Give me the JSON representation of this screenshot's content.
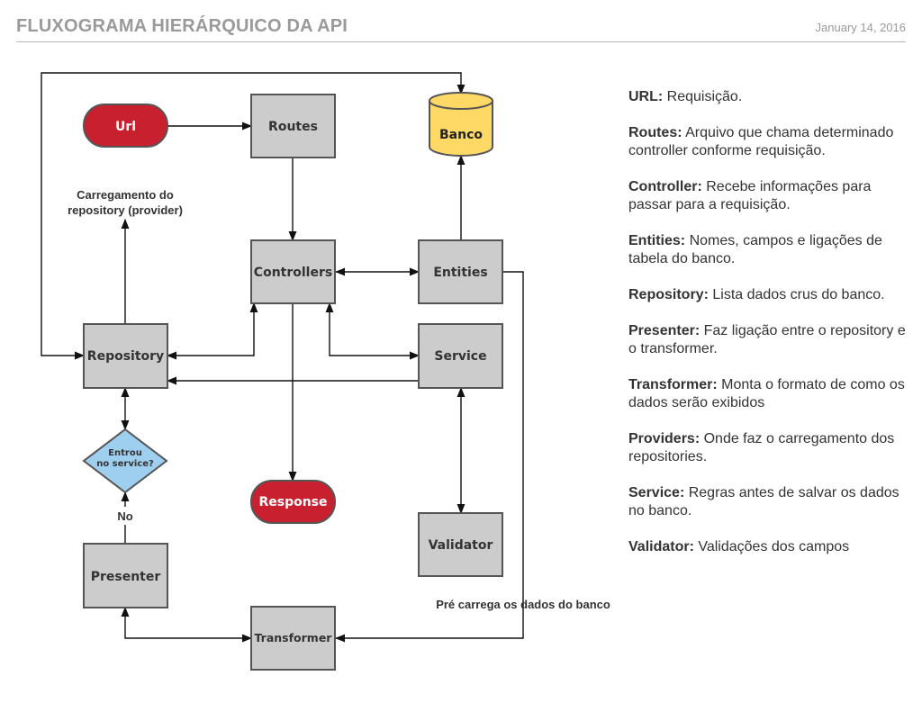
{
  "header": {
    "title": "FLUXOGRAMA HIERÁRQUICO DA API",
    "date": "January 14, 2016"
  },
  "nodes": {
    "url": "Url",
    "routes": "Routes",
    "banco": "Banco",
    "controllers": "Controllers",
    "entities": "Entities",
    "repository": "Repository",
    "service": "Service",
    "decision_line1": "Entrou",
    "decision_line2": "no service?",
    "response": "Response",
    "validator": "Validator",
    "presenter": "Presenter",
    "transformer": "Transformer"
  },
  "edge_labels": {
    "provider_line1": "Carregamento do",
    "provider_line2": "repository (provider)",
    "no": "No",
    "preload": "Pré carrega os dados do banco"
  },
  "legend": [
    {
      "term": "URL:",
      "desc": "Requisição."
    },
    {
      "term": "Routes:",
      "desc": "Arquivo que chama determinado controller conforme requisição."
    },
    {
      "term": "Controller:",
      "desc": "Recebe informações para passar para a requisição."
    },
    {
      "term": "Entities:",
      "desc": "Nomes, campos e ligações de tabela do banco."
    },
    {
      "term": "Repository:",
      "desc": "Lista dados crus do banco."
    },
    {
      "term": "Presenter:",
      "desc": "Faz ligação entre o repository e o transformer."
    },
    {
      "term": "Transformer:",
      "desc": "Monta o formato de como os dados serão exibidos"
    },
    {
      "term": "Providers:",
      "desc": "Onde faz o carregamento dos repositories."
    },
    {
      "term": "Service:",
      "desc": "Regras antes de salvar os dados no banco."
    },
    {
      "term": "Validator:",
      "desc": "Validações dos campos"
    }
  ],
  "colors": {
    "terminal": "#c8202f",
    "process": "#cccccc",
    "database": "#ffd966",
    "decision": "#9fcfee",
    "stroke": "#555555",
    "edge": "#111111"
  }
}
